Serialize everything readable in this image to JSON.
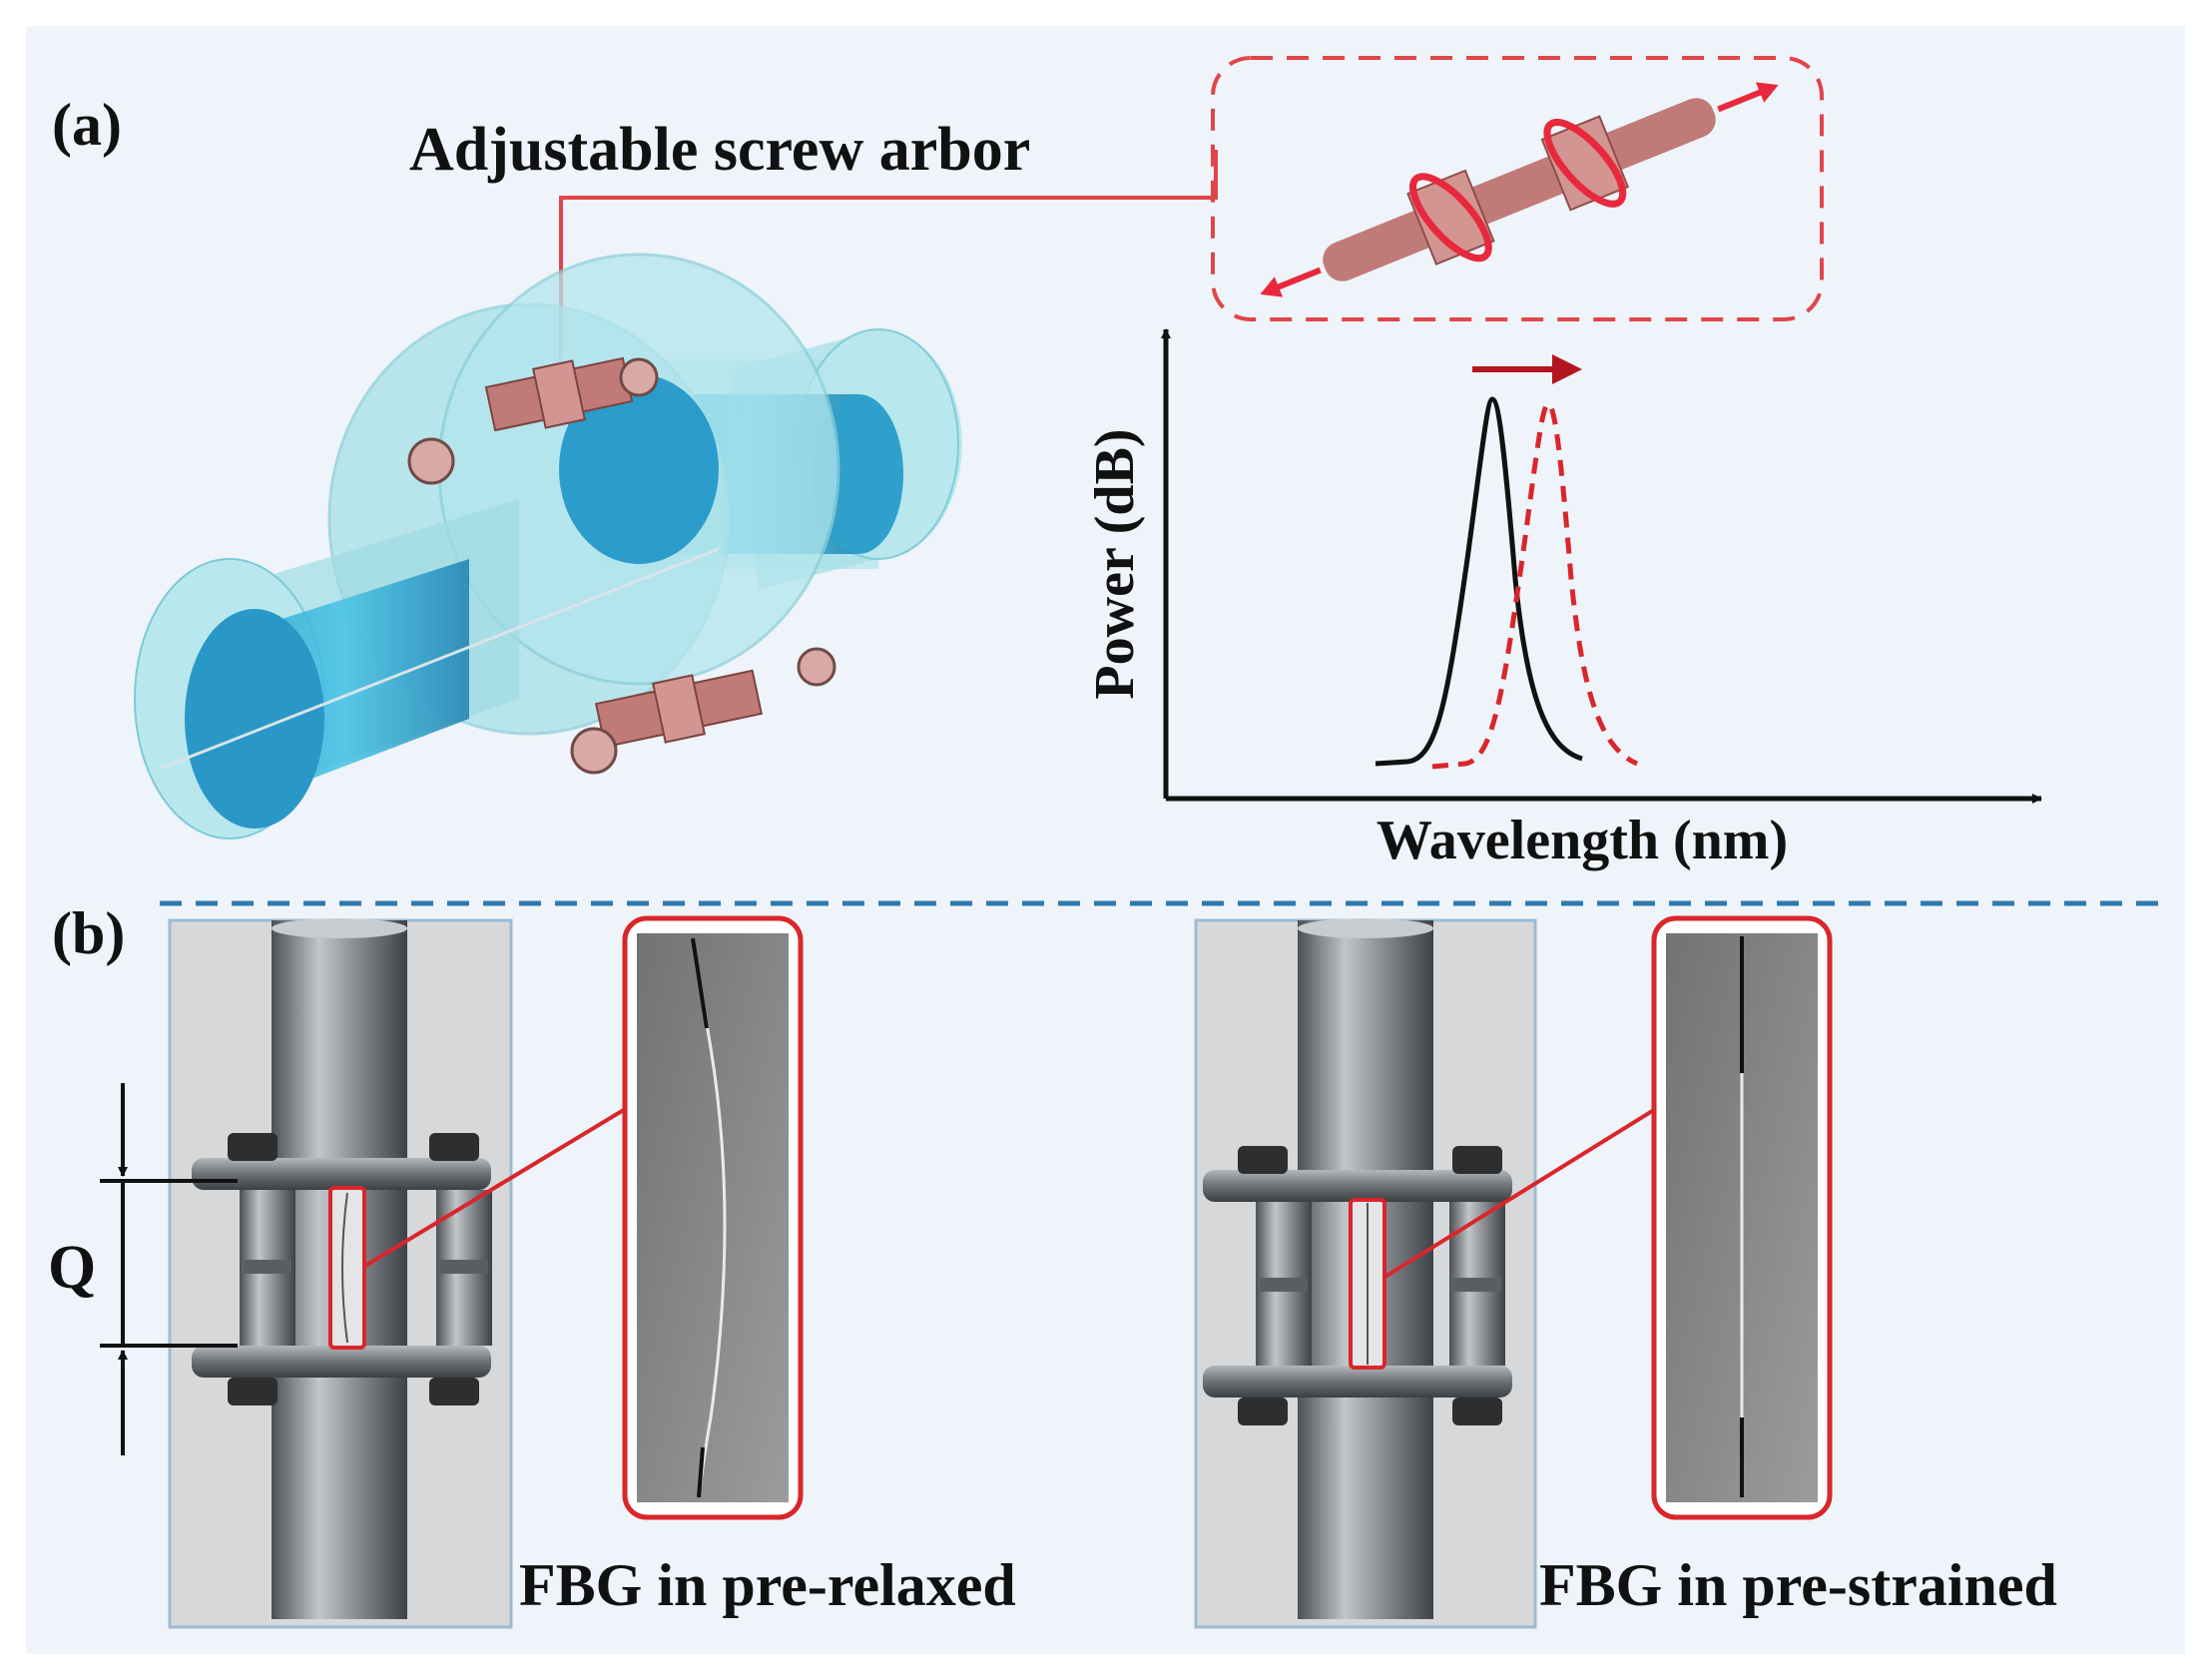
{
  "panel_a": {
    "label": "(a)",
    "callout": "Adjustable screw arbor",
    "spectrum": {
      "y_axis_label": "Power (dB)",
      "x_axis_label": "Wavelength (nm)"
    }
  },
  "panel_b": {
    "label": "(b)",
    "gap_label": "Q",
    "left_caption": "FBG in pre-relaxed",
    "right_caption": "FBG in pre-strained"
  },
  "colors": {
    "background": "#eef4f9",
    "callout_red": "#e0454a",
    "divider_blue": "#2f79b0",
    "shifted_peak": "#d9262b",
    "metal": "#8f9397",
    "acrylic": "#9fdbe4"
  }
}
